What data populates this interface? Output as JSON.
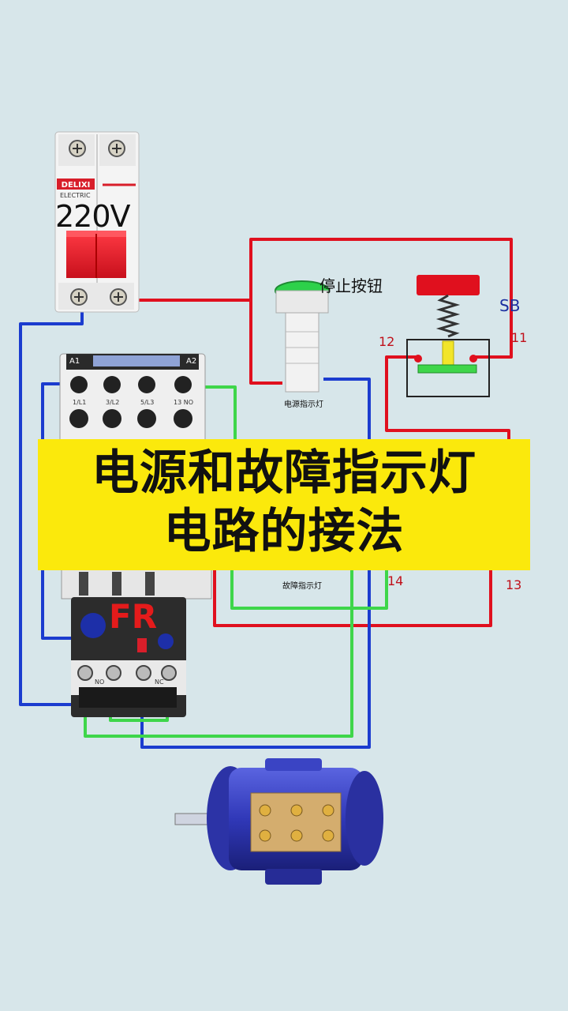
{
  "breaker": {
    "voltage": "220V"
  },
  "stop_button": {
    "label": "停止按钮",
    "code": "SB",
    "terminal_left": "12",
    "terminal_right": "11"
  },
  "power_lamp": {
    "label": "电源指示灯"
  },
  "fault_lamp": {
    "label": "故障指示灯"
  },
  "relay": {
    "label": "FR"
  },
  "aux_contact": {
    "terminal_left": "14",
    "terminal_right": "13"
  },
  "banner": {
    "line1": "电源和故障指示灯",
    "line2": "电路的接法"
  },
  "colors": {
    "background": "#d7e6ea",
    "banner": "#fbe90c",
    "wire_red": "#e0101e",
    "wire_blue": "#1b3ccf",
    "wire_green": "#3ed64a"
  }
}
